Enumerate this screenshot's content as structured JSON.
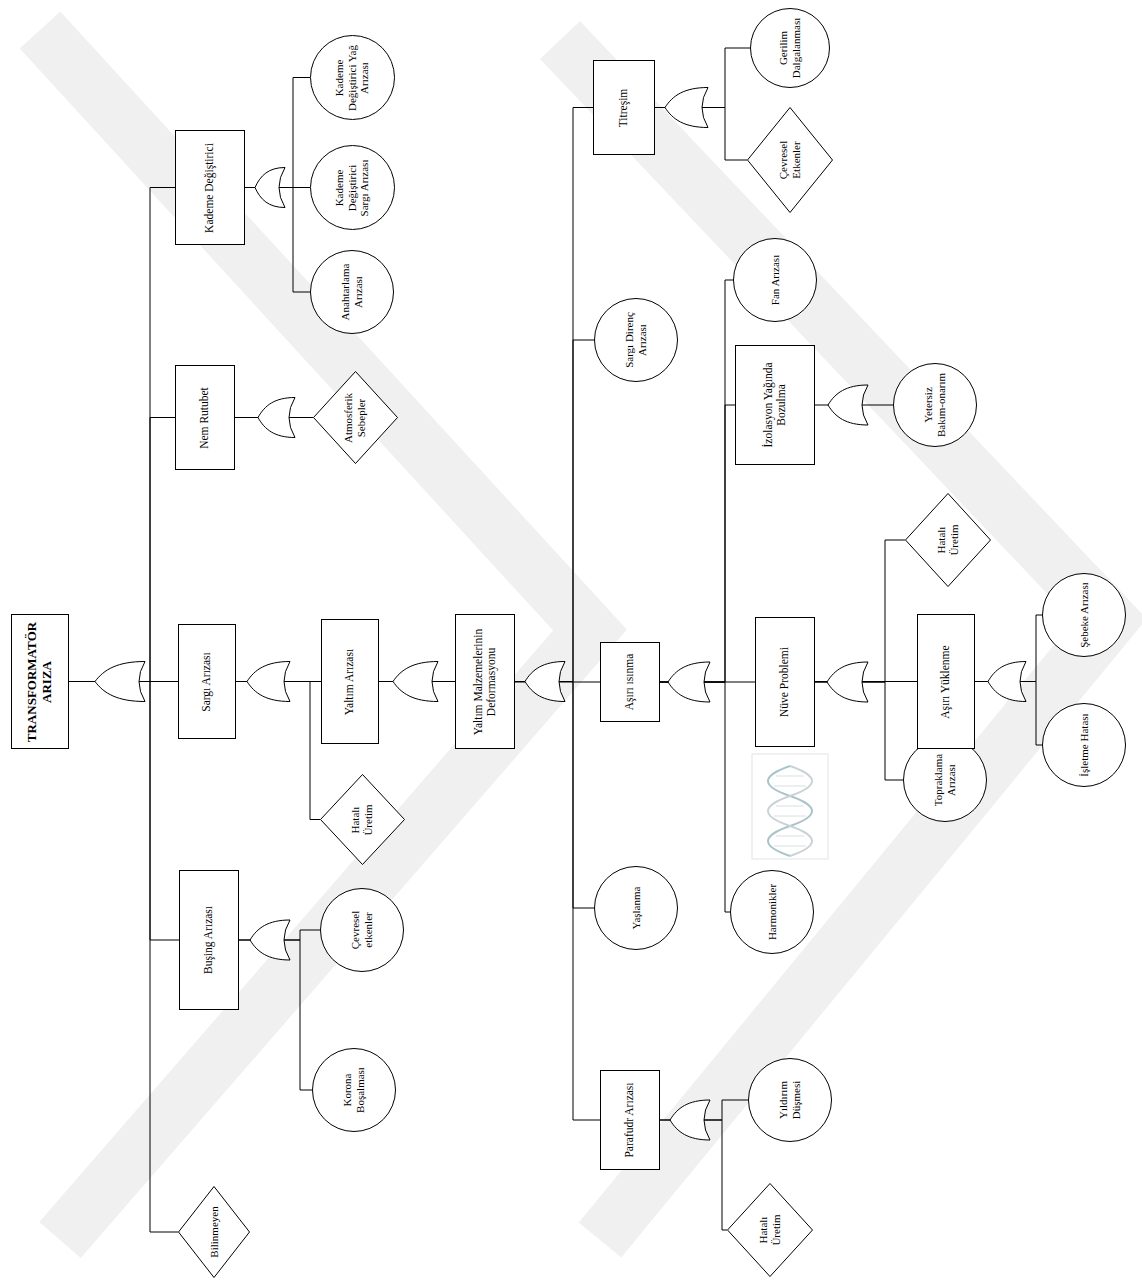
{
  "diagram": {
    "nodes": [
      {
        "text": [
          "TRANSFORMATÖR ARIZA"
        ]
      },
      {
        "text": [
          "Bilinmeyen"
        ]
      },
      {
        "text": [
          "Buşing Arızası"
        ]
      },
      {
        "text": [
          "Korona Boşalması"
        ]
      },
      {
        "text": [
          "Çevresel etkenler"
        ]
      },
      {
        "text": [
          "Sargı Arızası"
        ]
      },
      {
        "text": [
          "Hatalı Üretim"
        ]
      },
      {
        "text": [
          "Yaltım Arızası"
        ]
      },
      {
        "text": [
          "Yaltım Malzemelerinin Deformasyonu"
        ]
      },
      {
        "text": [
          "Parafudr Arızası"
        ]
      },
      {
        "text": [
          "Hatalı Üretim"
        ]
      },
      {
        "text": [
          "Yıldırım Düşmesi"
        ]
      },
      {
        "text": [
          "Yaşlanma"
        ]
      },
      {
        "text": [
          "Aşırı ısınma"
        ]
      },
      {
        "text": [
          "Harmonikler"
        ]
      },
      {
        "text": [
          "Nüve Problemi"
        ]
      },
      {
        "text": [
          "Topraklama Arızası"
        ]
      },
      {
        "text": [
          "Aşırı Yüklenme"
        ]
      },
      {
        "text": [
          "İşletme Hatası"
        ]
      },
      {
        "text": [
          "Şebeke Arızası"
        ]
      },
      {
        "text": [
          "Hatalı Üretim"
        ]
      },
      {
        "text": [
          "İzolasyon Yağında Bozulma"
        ]
      },
      {
        "text": [
          "Yetersiz Bakım-onarım"
        ]
      },
      {
        "text": [
          "Fan Arızası"
        ]
      },
      {
        "text": [
          "Sargı Direnç Arızası"
        ]
      },
      {
        "text": [
          "Titreşim"
        ]
      },
      {
        "text": [
          "Çevresel Etkenler"
        ]
      },
      {
        "text": [
          "Gerilim Dalgalanması"
        ]
      },
      {
        "text": [
          "Nem Rutubet"
        ]
      },
      {
        "text": [
          "Atmosferik Sebepler"
        ]
      },
      {
        "text": [
          "Kademe Değiştirici"
        ]
      },
      {
        "text": [
          "Anahtarlama Arızası"
        ]
      },
      {
        "text": [
          "Kademe Değiştirici Sargı Arızası"
        ]
      },
      {
        "text": [
          "Kademe Değiştirici Yağ Arızası"
        ]
      }
    ],
    "edges": [
      {
        "from": 0,
        "to": 1,
        "arrow": "none"
      },
      {
        "from": 0,
        "to": 2,
        "arrow": "none"
      },
      {
        "from": 0,
        "to": 5,
        "arrow": "none"
      },
      {
        "from": 0,
        "to": 28,
        "arrow": "none"
      },
      {
        "from": 0,
        "to": 30,
        "arrow": "none"
      },
      {
        "from": 2,
        "to": 3,
        "arrow": "none"
      },
      {
        "from": 2,
        "to": 4,
        "arrow": "none"
      },
      {
        "from": 5,
        "to": 6,
        "arrow": "none"
      },
      {
        "from": 5,
        "to": 7,
        "arrow": "none"
      },
      {
        "from": 7,
        "to": 8,
        "arrow": "none"
      },
      {
        "from": 8,
        "to": 9,
        "arrow": "none"
      },
      {
        "from": 8,
        "to": 12,
        "arrow": "none"
      },
      {
        "from": 8,
        "to": 13,
        "arrow": "none"
      },
      {
        "from": 8,
        "to": 24,
        "arrow": "none"
      },
      {
        "from": 8,
        "to": 25,
        "arrow": "none"
      },
      {
        "from": 9,
        "to": 10,
        "arrow": "none"
      },
      {
        "from": 9,
        "to": 11,
        "arrow": "none"
      },
      {
        "from": 13,
        "to": 14,
        "arrow": "none"
      },
      {
        "from": 13,
        "to": 15,
        "arrow": "none"
      },
      {
        "from": 13,
        "to": 21,
        "arrow": "none"
      },
      {
        "from": 13,
        "to": 23,
        "arrow": "none"
      },
      {
        "from": 15,
        "to": 16,
        "arrow": "none"
      },
      {
        "from": 15,
        "to": 17,
        "arrow": "none"
      },
      {
        "from": 15,
        "to": 20,
        "arrow": "none"
      },
      {
        "from": 17,
        "to": 18,
        "arrow": "none"
      },
      {
        "from": 17,
        "to": 19,
        "arrow": "none"
      },
      {
        "from": 21,
        "to": 22,
        "arrow": "none"
      },
      {
        "from": 25,
        "to": 26,
        "arrow": "none"
      },
      {
        "from": 25,
        "to": 27,
        "arrow": "none"
      },
      {
        "from": 28,
        "to": 29,
        "arrow": "none"
      },
      {
        "from": 30,
        "to": 31,
        "arrow": "none"
      },
      {
        "from": 30,
        "to": 32,
        "arrow": "none"
      },
      {
        "from": 30,
        "to": 33,
        "arrow": "none"
      }
    ]
  }
}
